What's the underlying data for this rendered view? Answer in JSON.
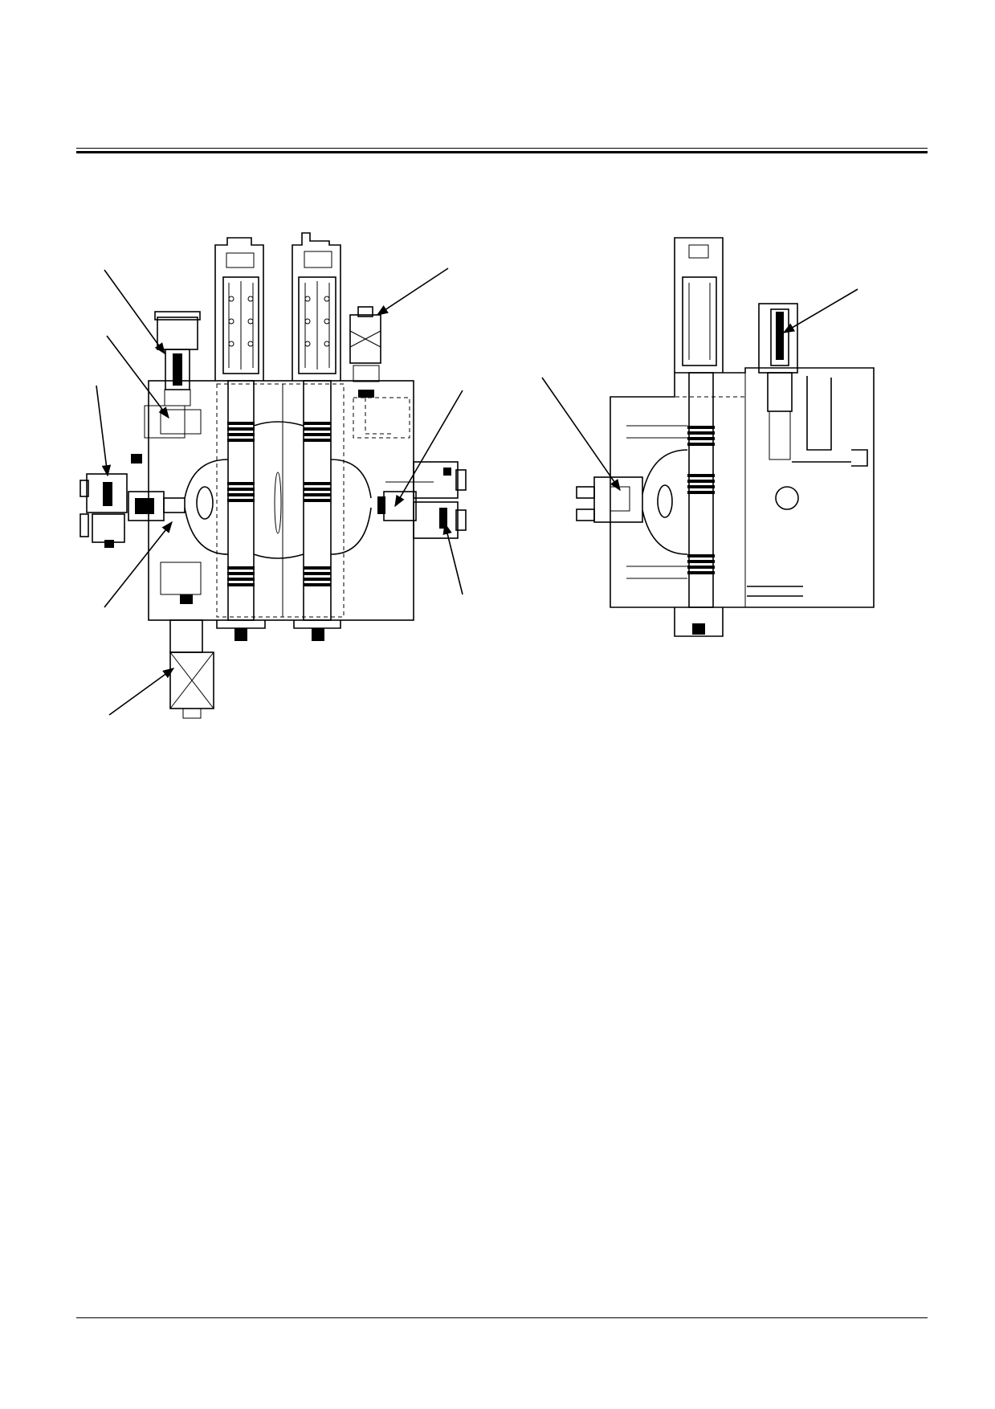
{
  "page": {
    "header_rule": "double",
    "footer_rule": "single"
  },
  "figures": [
    {
      "id": "left",
      "description_visible": false,
      "leader_arrows": 8
    },
    {
      "id": "right",
      "description_visible": false,
      "leader_arrows": 2
    }
  ],
  "colors": {
    "ink": "#000000",
    "paper": "#ffffff"
  }
}
